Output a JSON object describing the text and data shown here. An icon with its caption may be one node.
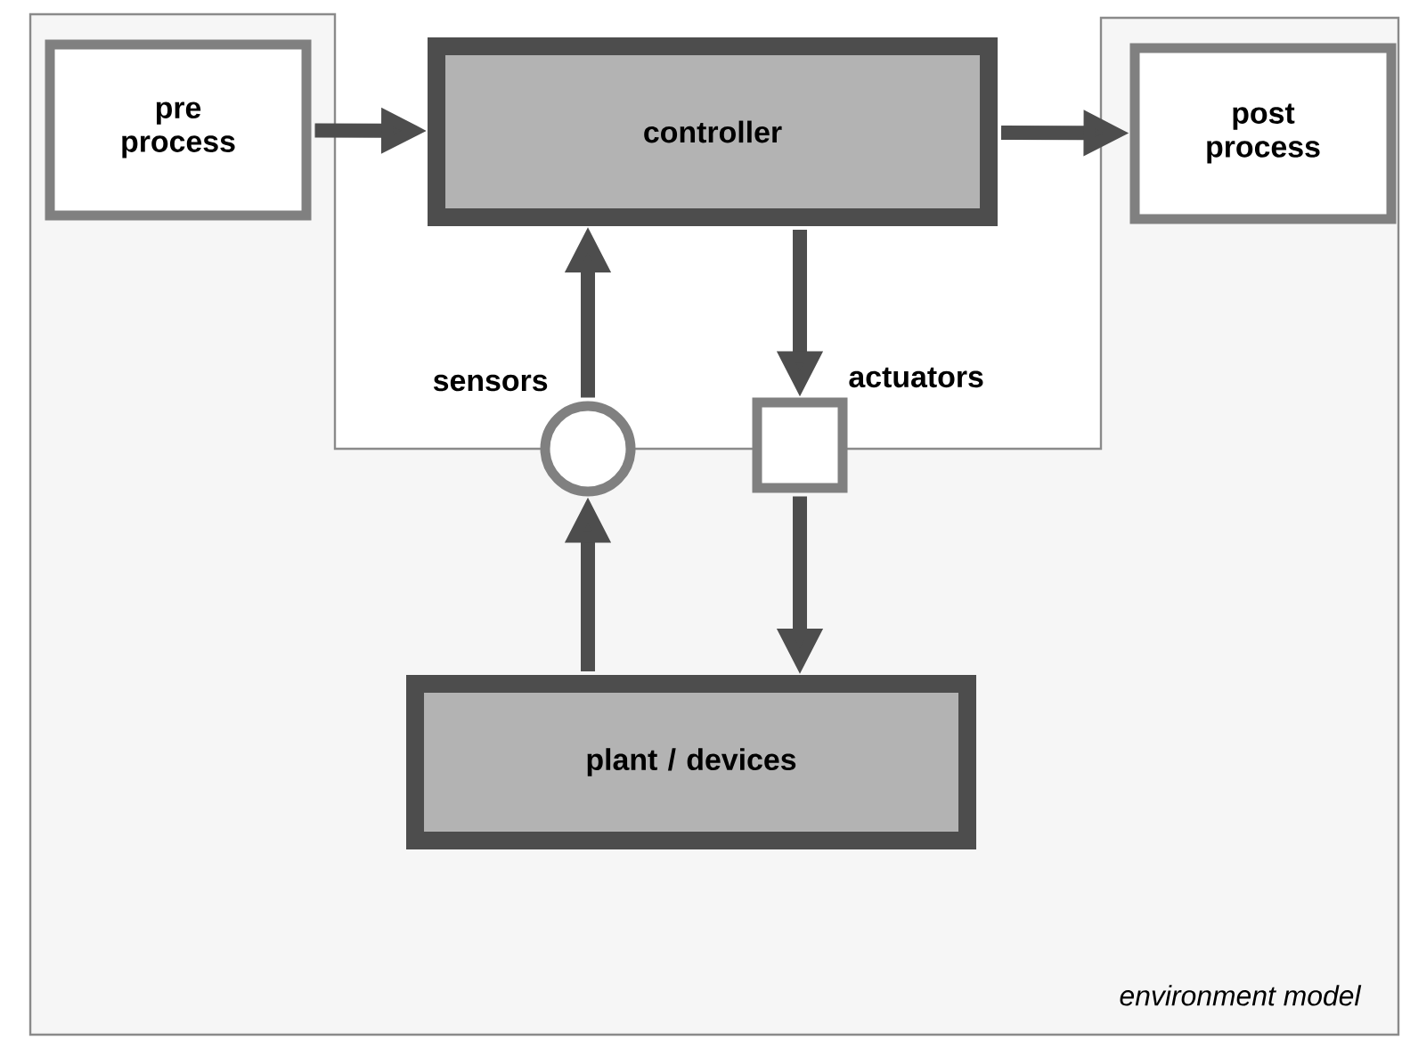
{
  "diagram": {
    "nodes": [
      {
        "text": [
          "environment model"
        ]
      },
      {
        "text": [
          "pre process"
        ],
        "in": 0
      },
      {
        "text": [
          "controller"
        ]
      },
      {
        "text": [
          "post process"
        ],
        "in": 0
      },
      {
        "text": [],
        "shape": "circle",
        "beside": [
          "sensors"
        ]
      },
      {
        "text": [],
        "shape": "box",
        "beside": [
          "actuators"
        ]
      },
      {
        "text": [
          "plant / devices"
        ],
        "in": 0
      }
    ],
    "edges": [
      {
        "from": 1,
        "to": 2,
        "arrow": "to"
      },
      {
        "from": 2,
        "to": 3,
        "arrow": "to"
      },
      {
        "from": 4,
        "to": 2,
        "arrow": "to"
      },
      {
        "from": 2,
        "to": 5,
        "arrow": "to"
      },
      {
        "from": 6,
        "to": 4,
        "arrow": "to"
      },
      {
        "from": 5,
        "to": 6,
        "arrow": "to"
      }
    ]
  }
}
